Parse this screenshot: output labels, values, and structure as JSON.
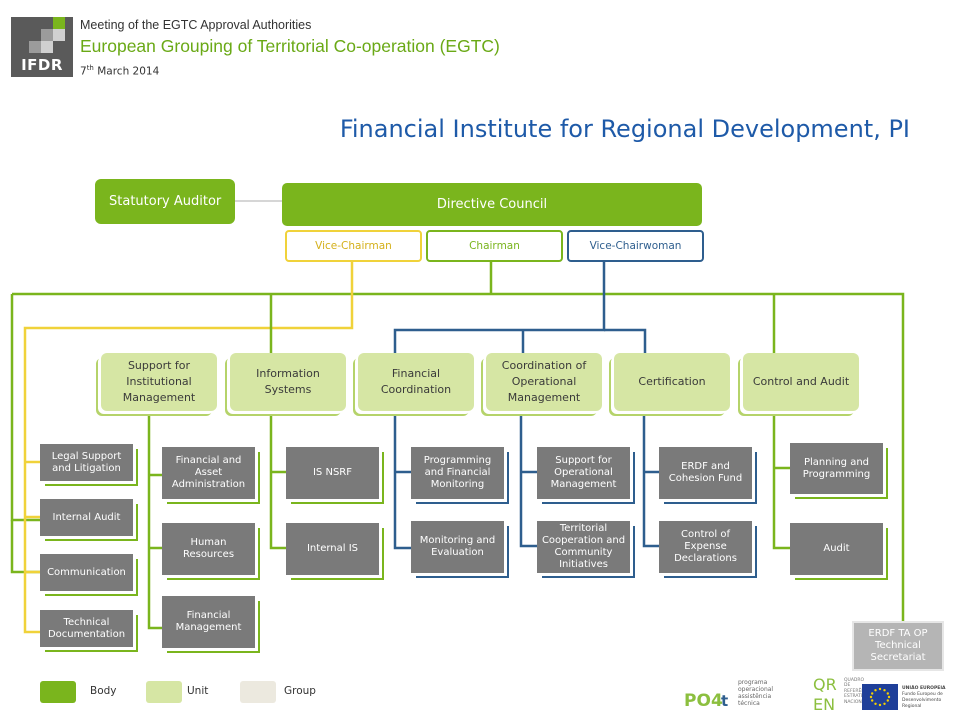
{
  "header": {
    "logo_text": "IFDR",
    "meeting": "Meeting  of the EGTC Approval Authorities",
    "egtc": "European Grouping of Territorial Co-operation (EGTC)",
    "date_day": "7",
    "date_sup": "th",
    "date_rest": " March 2014"
  },
  "title": "Financial Institute for Regional Development, PI",
  "top": {
    "auditor": "Statutory Auditor",
    "council": "Directive Council",
    "vice_chairman": "Vice-Chairman",
    "chairman": "Chairman",
    "vice_chairwoman": "Vice-Chairwoman"
  },
  "units": [
    "Support for Institutional Management",
    "Information Systems",
    "Financial Coordination",
    "Coordination of Operational Management",
    "Certification",
    "Control and Audit"
  ],
  "depts": {
    "legal": "Legal Support and Litigation",
    "internal_audit": "Internal Audit",
    "communication": "Communication",
    "tech_doc": "Technical Documentation",
    "fin_asset": "Financial and Asset Administration",
    "hr": "Human Resources",
    "fin_mgmt": "Financial Management",
    "is_nsrf": "IS NSRF",
    "internal_is": "Internal IS",
    "prog_fin_mon": "Programming and Financial Monitoring",
    "mon_eval": "Monitoring and Evaluation",
    "support_op": "Support for Operational Management",
    "territorial": "Territorial Cooperation and Community Initiatives",
    "erdf_cohesion": "ERDF and Cohesion Fund",
    "control_exp": "Control of Expense Declarations",
    "planning": "Planning and Programming",
    "audit": "Audit",
    "erdf_ta": "ERDF  TA OP Technical Secretariat"
  },
  "legend": {
    "body": "Body",
    "unit": "Unit",
    "group": "Group"
  },
  "colors": {
    "body": "#7ab51d",
    "unit": "#d6e6a4",
    "group": "#ece9df",
    "title_blue": "#1e5aa8",
    "line_blue": "#2e5e8e",
    "yellow": "#f0d23a"
  },
  "footer": {
    "poat_lines": [
      "programa",
      "operacional",
      "assistência",
      "técnica"
    ],
    "qren_lines": [
      "QUADRO",
      "DE REFERÊNCIA",
      "ESTRATÉGICO",
      "NACIONAL"
    ],
    "eu_title": "UNIÃO EUROPEIA",
    "eu_lines": [
      "Fundo Europeu de",
      "Desenvolvimento Regional"
    ]
  }
}
